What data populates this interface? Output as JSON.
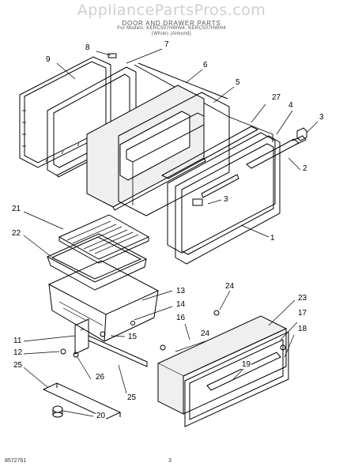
{
  "watermark": "AppliancePartsPros.com",
  "header": {
    "title": "DOOR AND DRAWER PARTS",
    "models": "For Models: KERC507HWW4, KERC507HWH4",
    "colors": "(White)      (Almond)"
  },
  "callouts": [
    "1",
    "2",
    "3",
    "3",
    "4",
    "5",
    "6",
    "7",
    "8",
    "9",
    "11",
    "12",
    "13",
    "14",
    "15",
    "16",
    "17",
    "18",
    "19",
    "20",
    "21",
    "22",
    "23",
    "24",
    "24",
    "25",
    "25",
    "26",
    "27"
  ],
  "footer": {
    "code": "8572761",
    "page": "3"
  }
}
